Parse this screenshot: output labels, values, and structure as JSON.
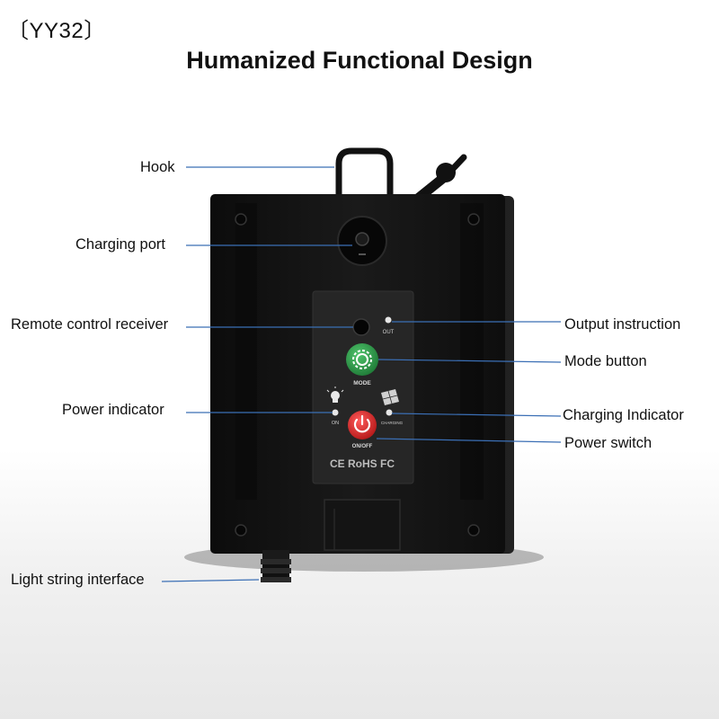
{
  "header": {
    "model_tag": "〔YY32〕",
    "title": "Humanized Functional Design"
  },
  "device": {
    "panel_labels": {
      "out": "OUT",
      "mode": "MODE",
      "on": "ON",
      "charging": "CHARGING",
      "on_off": "ON/OFF",
      "certifications": "CE RoHS FC"
    },
    "colors": {
      "body": "#161616",
      "panel": "#2a2a2a",
      "mode_button": "#2e9b4a",
      "power_button": "#d92b2b",
      "leader_line": "#3b6fb5"
    },
    "icons": [
      "hook-icon",
      "antenna-icon",
      "gear-icon",
      "power-icon",
      "bulb-icon",
      "solar-panel-icon"
    ]
  },
  "callouts": {
    "left": {
      "hook": "Hook",
      "charging_port": "Charging port",
      "remote_receiver": "Remote control receiver",
      "power_indicator": "Power indicator",
      "light_string": "Light string interface"
    },
    "right": {
      "output_instruction": "Output instruction",
      "mode_button": "Mode button",
      "charging_indicator": "Charging Indicator",
      "power_switch": "Power switch"
    }
  }
}
